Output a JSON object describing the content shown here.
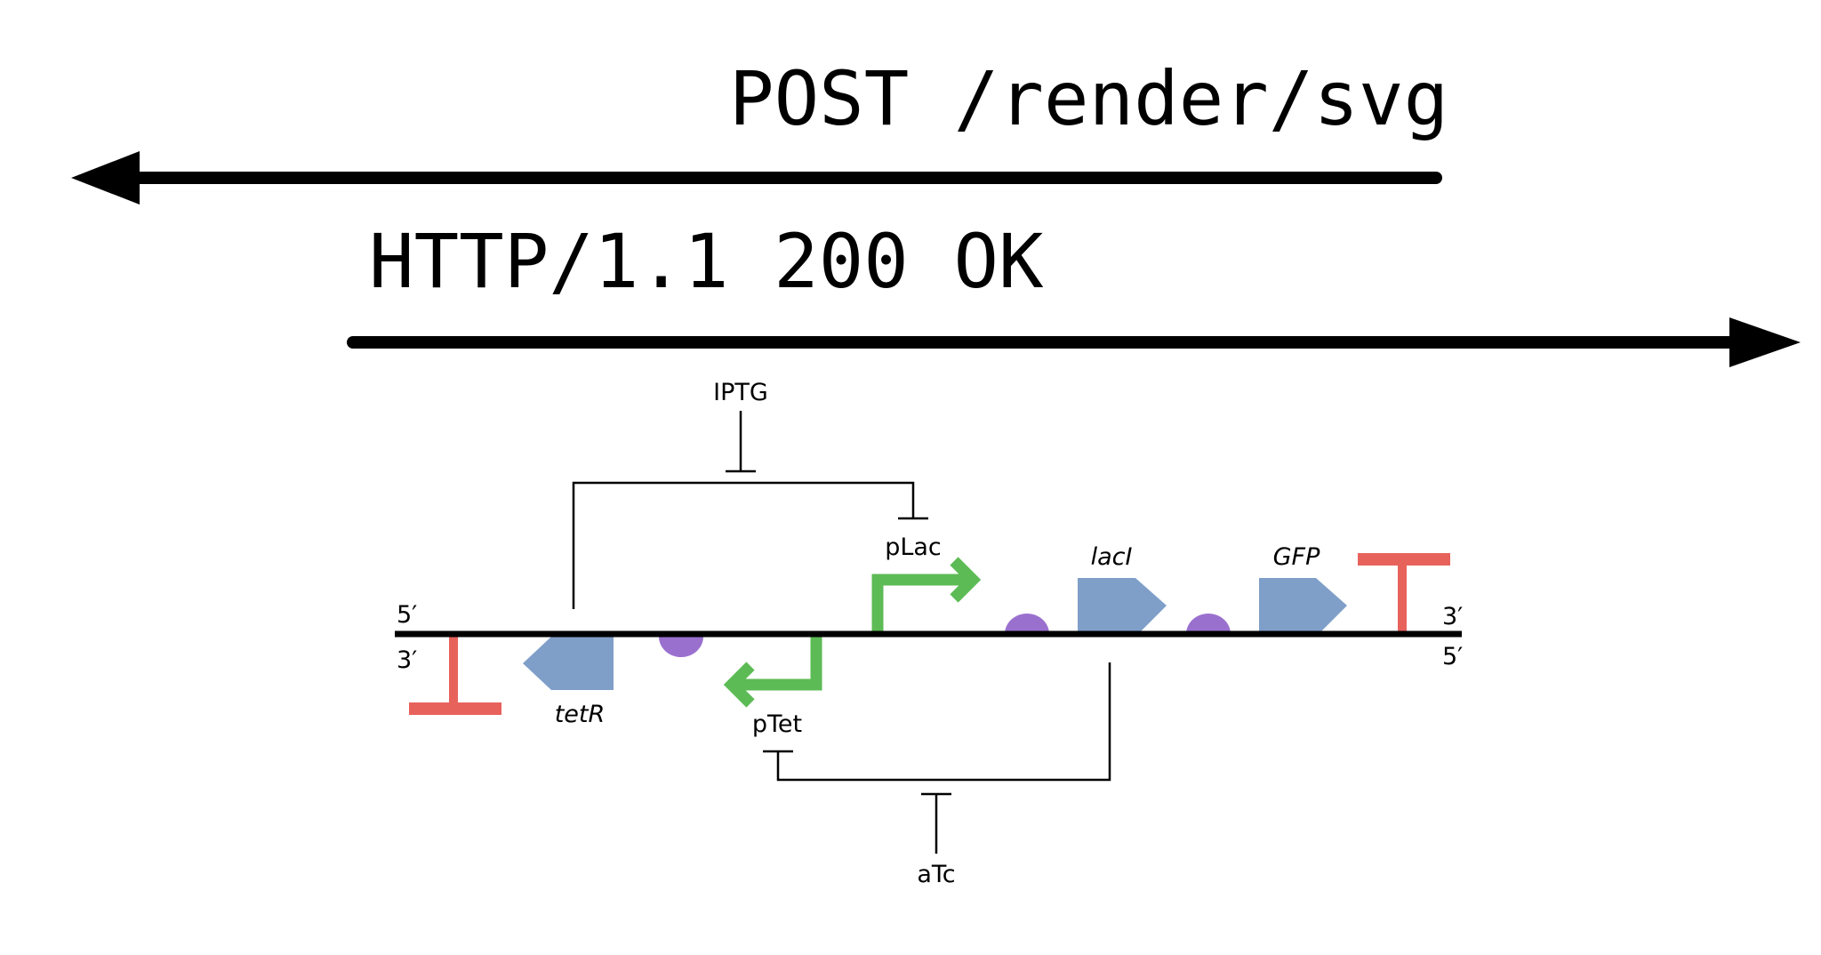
{
  "request": {
    "text": "POST /render/svg",
    "direction": "left"
  },
  "response": {
    "text": "HTTP/1.1 200 OK",
    "direction": "right"
  },
  "circuit": {
    "top_strand": {
      "left": "5′",
      "right": "3′"
    },
    "bottom_strand": {
      "left": "3′",
      "right": "5′"
    },
    "parts": [
      {
        "type": "terminator",
        "strand": "bottom"
      },
      {
        "type": "cds",
        "label": "tetR",
        "strand": "bottom"
      },
      {
        "type": "rbs",
        "strand": "bottom"
      },
      {
        "type": "promoter",
        "label": "pTet",
        "strand": "bottom"
      },
      {
        "type": "promoter",
        "label": "pLac",
        "strand": "top"
      },
      {
        "type": "rbs",
        "strand": "top"
      },
      {
        "type": "cds",
        "label": "lacI",
        "strand": "top"
      },
      {
        "type": "rbs",
        "strand": "top"
      },
      {
        "type": "cds",
        "label": "GFP",
        "strand": "top"
      },
      {
        "type": "terminator",
        "strand": "top"
      }
    ],
    "inducers": {
      "top": "IPTG",
      "bottom": "aTc"
    }
  },
  "colors": {
    "terminator": "#e8625c",
    "cds": "#7f9fc9",
    "rbs": "#9a70cf",
    "promoter": "#5dbb55",
    "line": "#000000"
  }
}
